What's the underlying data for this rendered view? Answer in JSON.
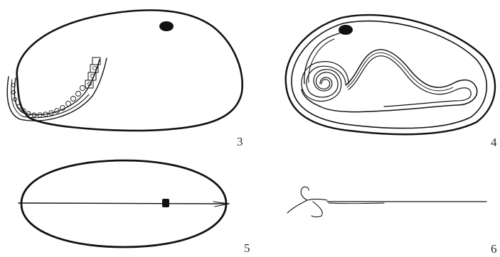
{
  "figures": [
    {
      "number": "3"
    },
    {
      "number": "4"
    },
    {
      "number": "5"
    },
    {
      "number": "6"
    }
  ]
}
